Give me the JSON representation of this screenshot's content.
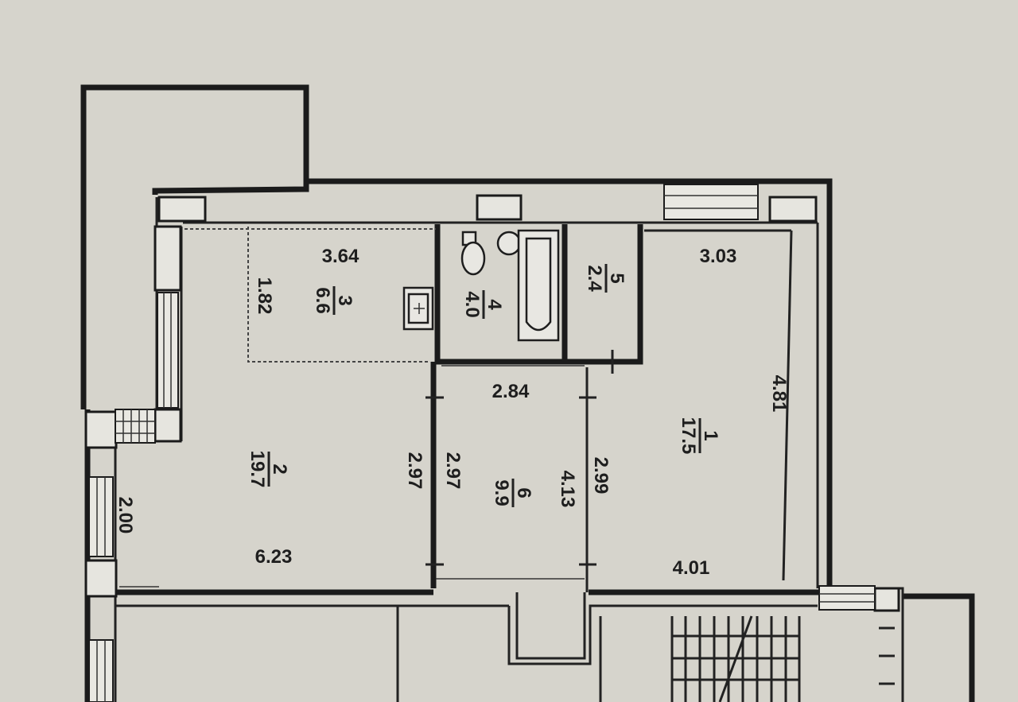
{
  "dimensions": {
    "d364": "3.64",
    "d182": "1.82",
    "d303": "3.03",
    "d481": "4.81",
    "d284": "2.84",
    "d297a": "2.97",
    "d297b": "2.97",
    "d413": "4.13",
    "d299": "2.99",
    "d200": "2.00",
    "d623": "6.23",
    "d401": "4.01"
  },
  "rooms": [
    {
      "number": "1",
      "area": "17.5"
    },
    {
      "number": "2",
      "area": "19.7"
    },
    {
      "number": "3",
      "area": "6.6"
    },
    {
      "number": "4",
      "area": "4.0"
    },
    {
      "number": "5",
      "area": "2.4"
    },
    {
      "number": "6",
      "area": "9.9"
    }
  ]
}
